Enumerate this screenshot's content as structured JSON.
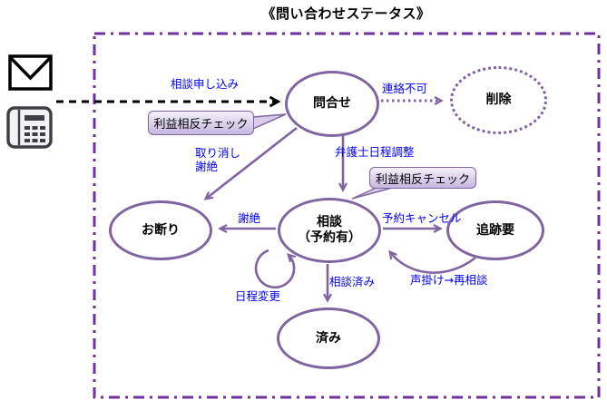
{
  "title": "《問い合わせステータス》",
  "colors": {
    "frame_border": "#7030A0",
    "shape_outline": "#8064A2",
    "transition_label": "#0000FF",
    "callout_fill_top": "#F4F0FA",
    "callout_fill_bottom": "#C6B6DF",
    "icon_dark": "#3E3E46",
    "text": "#000000"
  },
  "icons": {
    "email": "envelope-icon",
    "fax": "fax-icon"
  },
  "states": {
    "inquiry": {
      "label": "問合せ"
    },
    "delete": {
      "label": "削除",
      "style": "dotted"
    },
    "refuse": {
      "label": "お断り"
    },
    "consult": {
      "label": "相談\n（予約有）"
    },
    "track": {
      "label": "追跡要"
    },
    "done": {
      "label": "済み"
    }
  },
  "transitions": {
    "apply": {
      "label": "相談申し込み",
      "from": "email/fax",
      "to": "inquiry"
    },
    "unreachable": {
      "label": "連絡不可",
      "from": "inquiry",
      "to": "delete"
    },
    "lawyer_schedule": {
      "label": "弁護士日程調整",
      "from": "inquiry",
      "to": "consult"
    },
    "cancel_refuse": {
      "label": "取り消し\n謝絶",
      "from": "inquiry",
      "to": "refuse"
    },
    "refuse": {
      "label": "謝絶",
      "from": "consult",
      "to": "refuse"
    },
    "reservation_cancel": {
      "label": "予約キャンセル",
      "from": "consult",
      "to": "track"
    },
    "recall": {
      "label": "声掛け→再相談",
      "from": "track",
      "to": "consult"
    },
    "consult_done": {
      "label": "相談済み",
      "from": "consult",
      "to": "done"
    },
    "schedule_change": {
      "label": "日程変更",
      "from": "consult",
      "to": "consult"
    }
  },
  "callouts": {
    "conflict_check_inquiry": {
      "label": "利益相反チェック",
      "attached_to": "inquiry"
    },
    "conflict_check_consult": {
      "label": "利益相反チェック",
      "attached_to": "consult"
    }
  }
}
